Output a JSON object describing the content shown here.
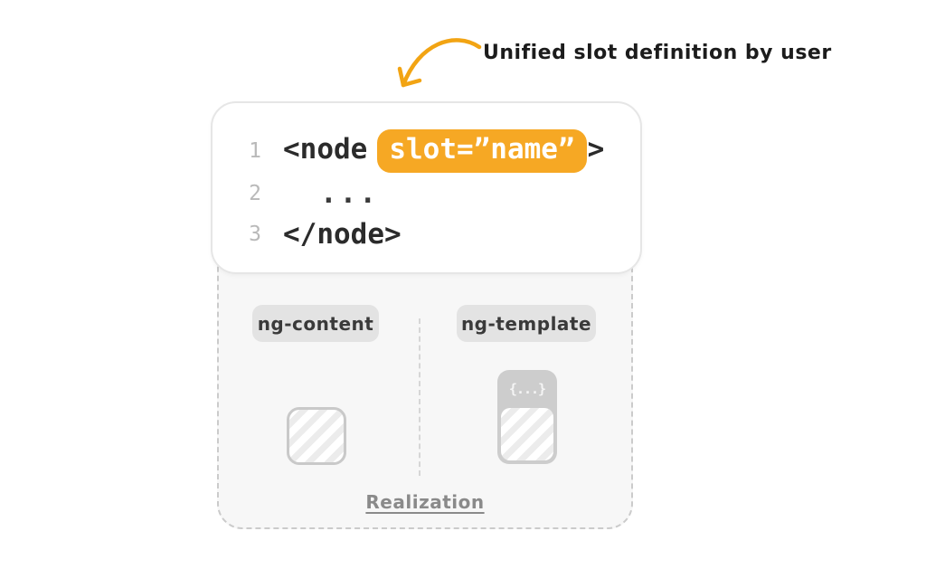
{
  "annotation": {
    "text": "Unified slot definition by user"
  },
  "code_panel": {
    "lines": [
      {
        "num": "1",
        "pre": "<node",
        "highlight": "slot=”name”",
        "post": ">"
      },
      {
        "num": "2",
        "code": "..."
      },
      {
        "num": "3",
        "code": "</node>"
      }
    ]
  },
  "realization_panel": {
    "left_badge": "ng-content",
    "right_badge": "ng-template",
    "template_header": "{...}",
    "caption": "Realization"
  },
  "colors": {
    "highlight_pill": "#F6A824",
    "highlight_text": "#FFFFFF",
    "arrow": "#F2A413",
    "panel_background": "#F7F7F7",
    "badge_background": "#E3E3E3",
    "code_text": "#2B2B2B",
    "line_number": "#B9B9B9",
    "muted_text": "#8A8A8A"
  }
}
